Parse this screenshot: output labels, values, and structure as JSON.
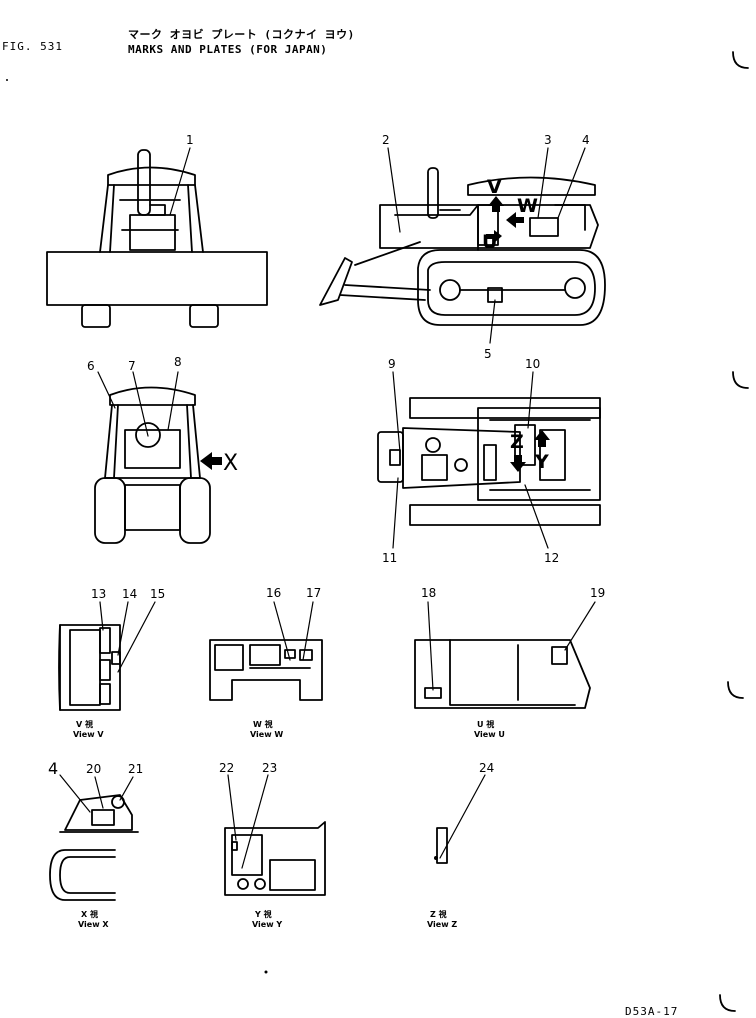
{
  "header": {
    "title_jp": "マーク オヨビ プレート (コクナイ ヨウ)",
    "title_en": "MARKS AND PLATES (FOR JAPAN)",
    "figure": "FIG. 531"
  },
  "page_code": "D53A-17",
  "callouts": [
    "1",
    "2",
    "3",
    "4",
    "5",
    "6",
    "7",
    "8",
    "9",
    "10",
    "11",
    "12",
    "13",
    "14",
    "15",
    "16",
    "17",
    "18",
    "19",
    "4",
    "20",
    "21",
    "22",
    "23",
    "24"
  ],
  "direction_letters": [
    "V",
    "W",
    "U",
    "X",
    "Y",
    "Z"
  ],
  "views": [
    {
      "jp": "V 視",
      "en": "View V"
    },
    {
      "jp": "W 視",
      "en": "View W"
    },
    {
      "jp": "U 視",
      "en": "View U"
    },
    {
      "jp": "X 視",
      "en": "View X"
    },
    {
      "jp": "Y 視",
      "en": "View Y"
    },
    {
      "jp": "Z 視",
      "en": "View Z"
    }
  ],
  "colors": {
    "ink": "#000000",
    "paper": "#ffffff"
  }
}
